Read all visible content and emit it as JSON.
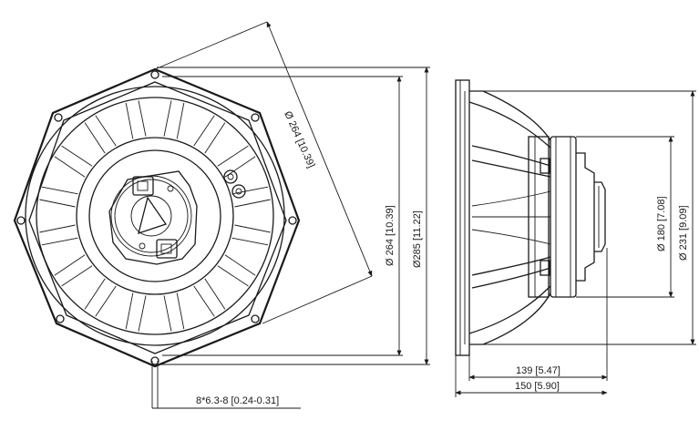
{
  "front_view": {
    "mount_hole_count": 8,
    "dim_inner_circle": "Ø 264 [10.39]",
    "dim_vertical_264": "Ø 264 [10.39]",
    "dim_vertical_285": "Ø285 [11.22]",
    "dim_holes": "8*6.3-8 [0.24-0.31]"
  },
  "side_view": {
    "dim_180": "Ø 180 [7.08]",
    "dim_231": "Ø 231 [9.09]",
    "dim_139": "139 [5.47]",
    "dim_150": "150 [5.90]"
  },
  "colors": {
    "line": "#1a1a1a",
    "background": "#ffffff"
  }
}
